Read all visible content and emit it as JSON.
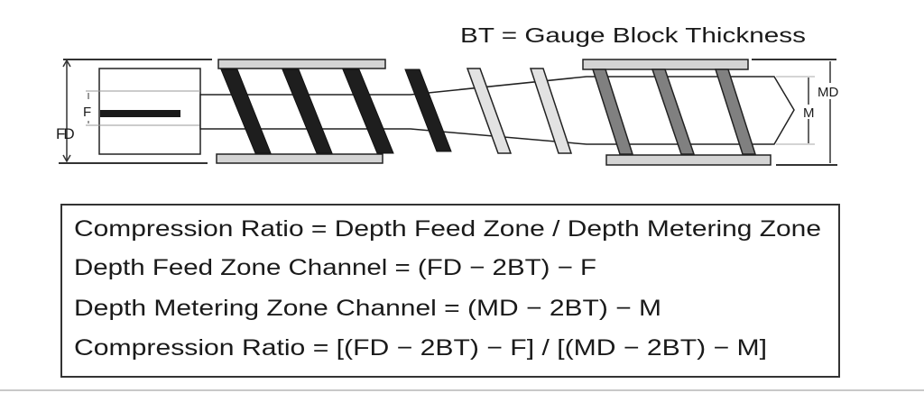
{
  "legend": {
    "title": "BT = Gauge Block Thickness"
  },
  "labels": {
    "fd": "FD",
    "f": "F",
    "md": "MD",
    "m": "M"
  },
  "formulas": [
    "Compression Ratio = Depth Feed Zone / Depth Metering Zone",
    "Depth Feed Zone Channel = (FD − 2BT) − F",
    "Depth Metering Zone Channel = (MD − 2BT) − M",
    "Compression Ratio = [(FD − 2BT) − F] / [(MD − 2BT) − M]"
  ],
  "colors": {
    "feed_flight": "#1e1e1e",
    "transition_flight": "#e2e2e2",
    "metering_flight": "#808080",
    "gauge_block": "#d4d4d4"
  }
}
